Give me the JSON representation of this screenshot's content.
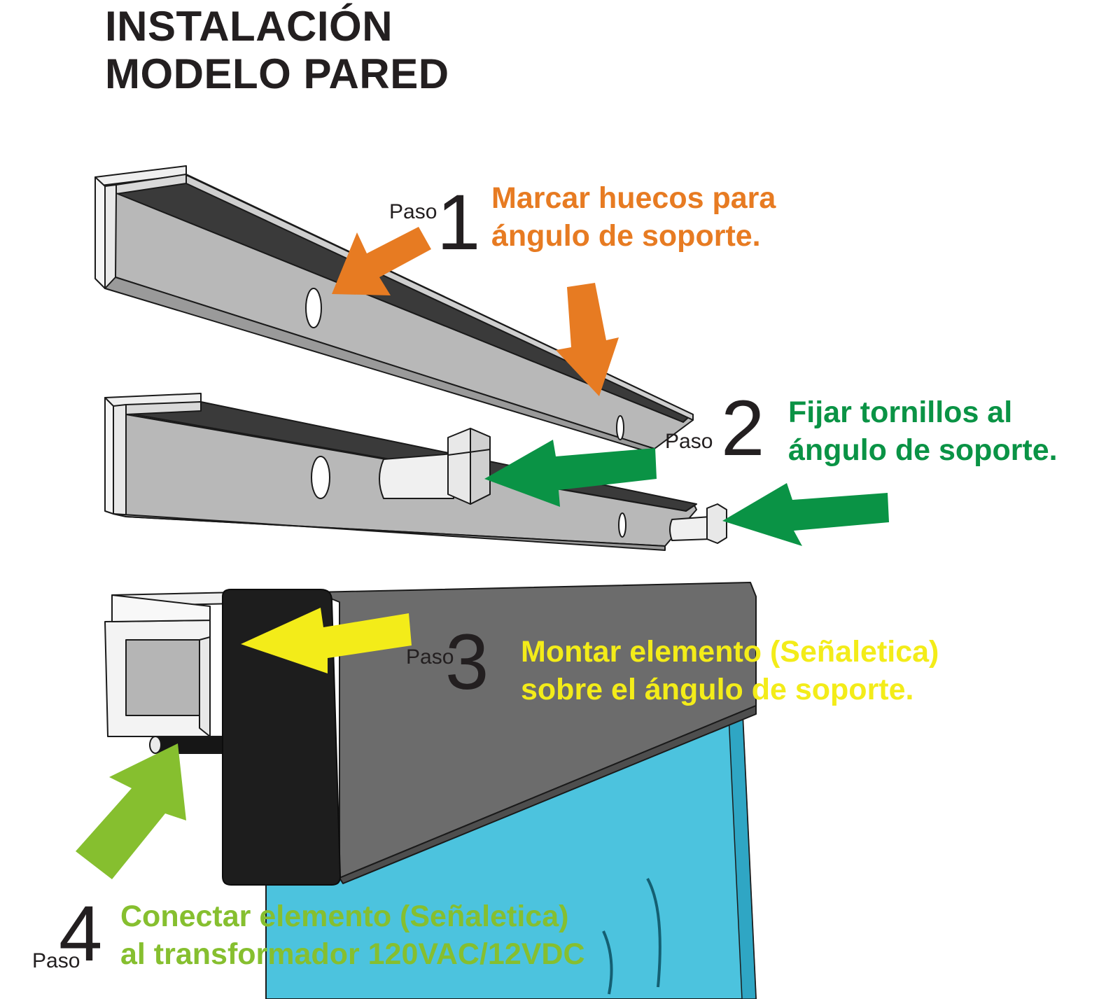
{
  "title": {
    "line1": "INSTALACIÓN",
    "line2": "MODELO PARED"
  },
  "steps": [
    {
      "paso": "Paso",
      "number": "1",
      "line1": "Marcar huecos para",
      "line2": "ángulo de soporte.",
      "color": "#e77b22"
    },
    {
      "paso": "Paso",
      "number": "2",
      "line1": "Fijar tornillos al",
      "line2": "ángulo de soporte.",
      "color": "#0a9345"
    },
    {
      "paso": "Paso",
      "number": "3",
      "line1": "Montar elemento (Señaletica)",
      "line2": "sobre el ángulo de soporte.",
      "color": "#f3ec19"
    },
    {
      "paso": "Paso",
      "number": "4",
      "line1": "Conectar elemento (Señaletica)",
      "line2": "al transformador 120VAC/12VDC",
      "color": "#86bf2f"
    }
  ],
  "colors": {
    "bracket_face": "#b5b5b5",
    "bracket_dark": "#4a4a4a",
    "sign_blue": "#4cc3de",
    "sign_cap": "#1d1d1d",
    "sign_housing": "#6c6c6c"
  }
}
